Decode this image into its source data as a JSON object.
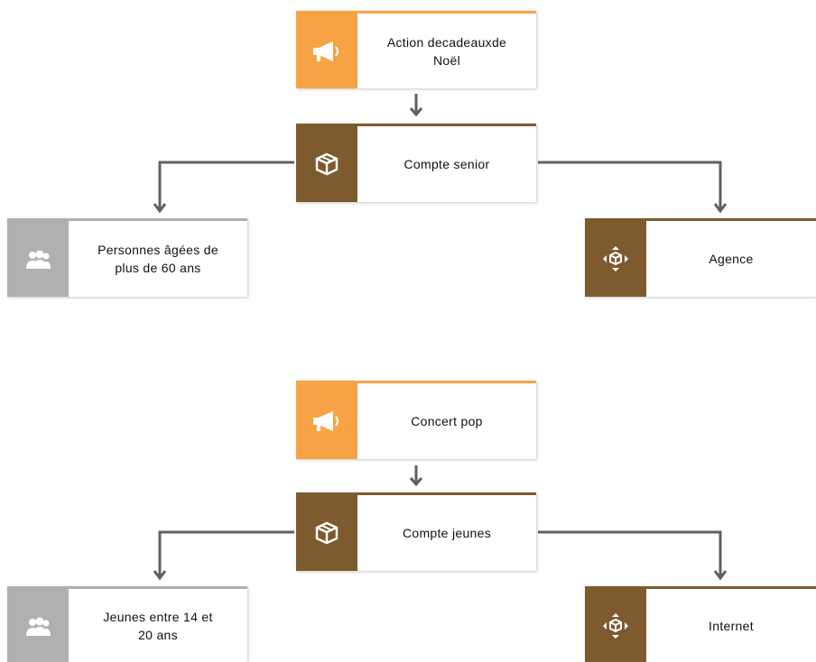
{
  "nodes": {
    "action_noel": {
      "label": "Action decadeauxde\nNoël",
      "kind": "event",
      "icon": "megaphone-icon"
    },
    "compte_senior": {
      "label": "Compte senior",
      "kind": "product",
      "icon": "box-icon"
    },
    "personnes_agees": {
      "label": "Personnes âgées de\nplus de 60 ans",
      "kind": "target-group",
      "icon": "people-icon"
    },
    "agence": {
      "label": "Agence",
      "kind": "channel",
      "icon": "distribution-icon"
    },
    "concert_pop": {
      "label": "Concert pop",
      "kind": "event",
      "icon": "megaphone-icon"
    },
    "compte_jeunes": {
      "label": "Compte jeunes",
      "kind": "product",
      "icon": "box-icon"
    },
    "jeunes": {
      "label": "Jeunes entre 14 et\n20 ans",
      "kind": "target-group",
      "icon": "people-icon"
    },
    "internet": {
      "label": "Internet",
      "kind": "channel",
      "icon": "distribution-icon"
    }
  },
  "edges": [
    {
      "from": "action_noel",
      "to": "compte_senior"
    },
    {
      "from": "compte_senior",
      "to": "personnes_agees"
    },
    {
      "from": "compte_senior",
      "to": "agence"
    },
    {
      "from": "concert_pop",
      "to": "compte_jeunes"
    },
    {
      "from": "compte_jeunes",
      "to": "jeunes"
    },
    {
      "from": "compte_jeunes",
      "to": "internet"
    }
  ],
  "colors": {
    "event": "#F7A345",
    "product": "#7E5B2E",
    "target_group": "#B0B0B0",
    "channel": "#8A6A3A",
    "connector": "#606060"
  }
}
